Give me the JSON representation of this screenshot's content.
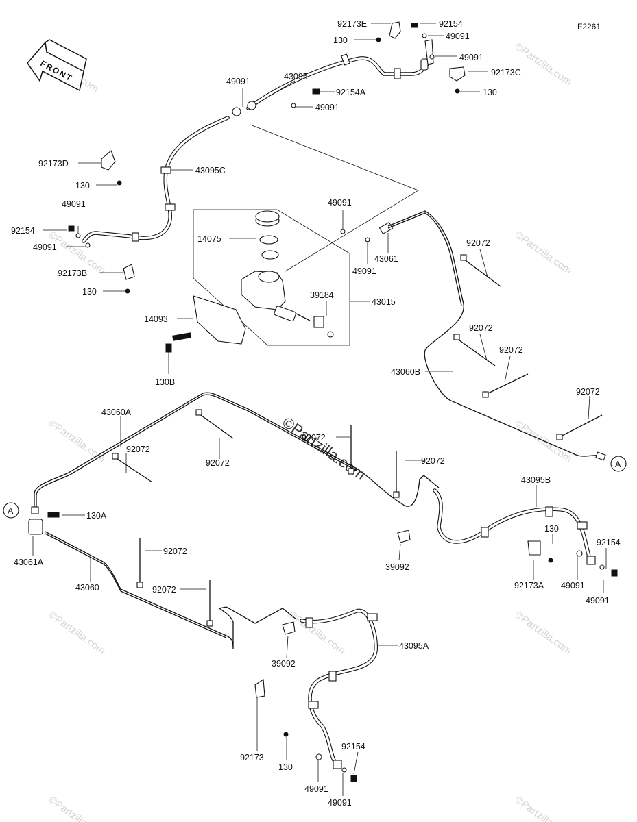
{
  "figure_code": "F2261",
  "front_label": "FRONT",
  "watermark": "©Partzilla.com",
  "callout_a": "A",
  "labels": {
    "p92173E": "92173E",
    "p92154_top": "92154",
    "p130_top": "130",
    "p49091_top1": "49091",
    "p49091_top2": "49091",
    "p92173C": "92173C",
    "p130_topright": "130",
    "p43095": "43095",
    "p49091_upper": "49091",
    "p92154A": "92154A",
    "p49091_upper2": "49091",
    "p92173D": "92173D",
    "p43095C": "43095C",
    "p130_left": "130",
    "p49091_left": "49091",
    "p92154_left": "92154",
    "p49091_left2": "49091",
    "p92173B": "92173B",
    "p130_left2": "130",
    "p14075": "14075",
    "p49091_mc": "49091",
    "p43061": "43061",
    "p49091_mc2": "49091",
    "p92072_r1": "92072",
    "p39184": "39184",
    "p43015": "43015",
    "p14093": "14093",
    "p130B": "130B",
    "p92072_r2": "92072",
    "p92072_r3": "92072",
    "p43060B": "43060B",
    "p92072_r4": "92072",
    "p43060A": "43060A",
    "p92072_l1": "92072",
    "p92072_l2": "92072",
    "p92072_c1": "92072",
    "p92072_c2": "92072",
    "p130A": "130A",
    "p43061A": "43061A",
    "p43095B": "43095B",
    "p130_br": "130",
    "p92154_br": "92154",
    "p39092_r": "39092",
    "p92173A": "92173A",
    "p49091_br1": "49091",
    "p49091_br2": "49091",
    "p92072_b1": "92072",
    "p43060": "43060",
    "p92072_b2": "92072",
    "p43095A": "43095A",
    "p39092_b": "39092",
    "p92173": "92173",
    "p130_bot": "130",
    "p92154_bot": "92154",
    "p49091_bot1": "49091",
    "p49091_bot2": "49091"
  }
}
